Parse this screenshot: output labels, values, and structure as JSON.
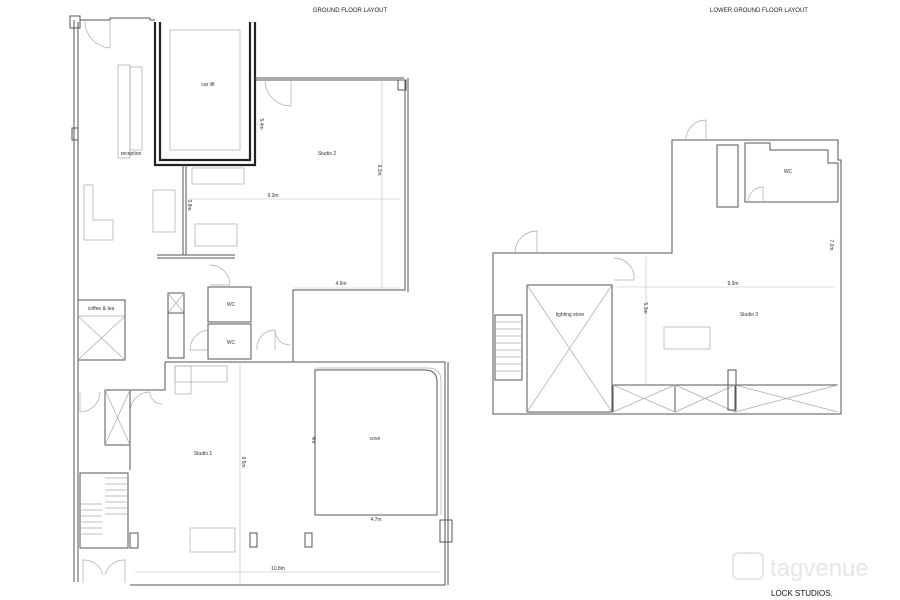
{
  "titles": {
    "ground": "GROUND FLOOR LAYOUT",
    "lower": "LOWER GROUND FLOOR LAYOUT"
  },
  "ground": {
    "car_lift": "car lift",
    "reception": "reception",
    "studio2": "Studio 2",
    "studio1": "Studio 1",
    "coffee": "coffee & tea",
    "wc1": "WC",
    "wc2": "WC",
    "cove": "cove",
    "dims": {
      "lift": "5.4m",
      "s2_width": "9.3m",
      "s2_height": "9.1m",
      "lounge": "3.8m",
      "s2_bottom": "4.6m",
      "s1_height": "9.5m",
      "cove_height": "4m",
      "cove_width": "4.7m",
      "s1_width": "10.8m"
    }
  },
  "lower": {
    "wc": "WC",
    "lighting_store": "lighting store",
    "studio3": "Studio 3",
    "dims": {
      "width": "9.3m",
      "depth": "5.3m",
      "right": "7.2m"
    }
  },
  "branding": {
    "watermark": "tagvenue",
    "venue": "LOCK STUDIOS."
  }
}
